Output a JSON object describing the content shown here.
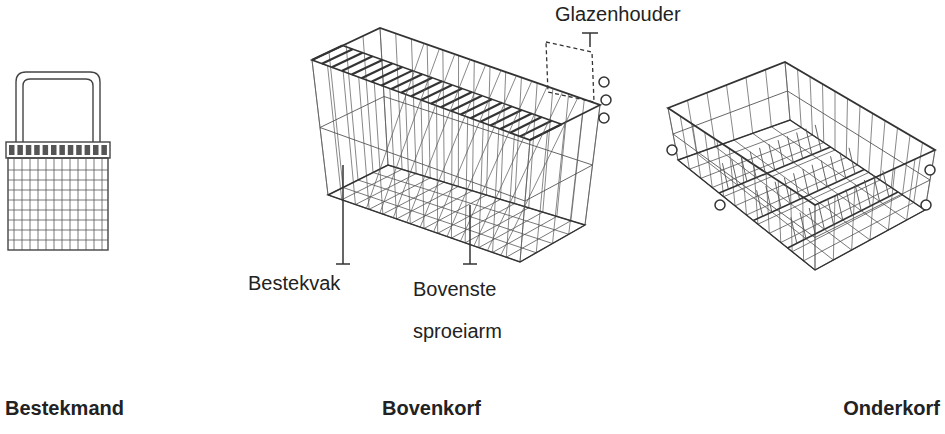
{
  "diagram": {
    "labels": [
      "Glazenhouder",
      "Bestekvak",
      "Bovenste sproeiarm",
      "Bestekmand",
      "Bovenkorf",
      "Onderkorf"
    ]
  }
}
